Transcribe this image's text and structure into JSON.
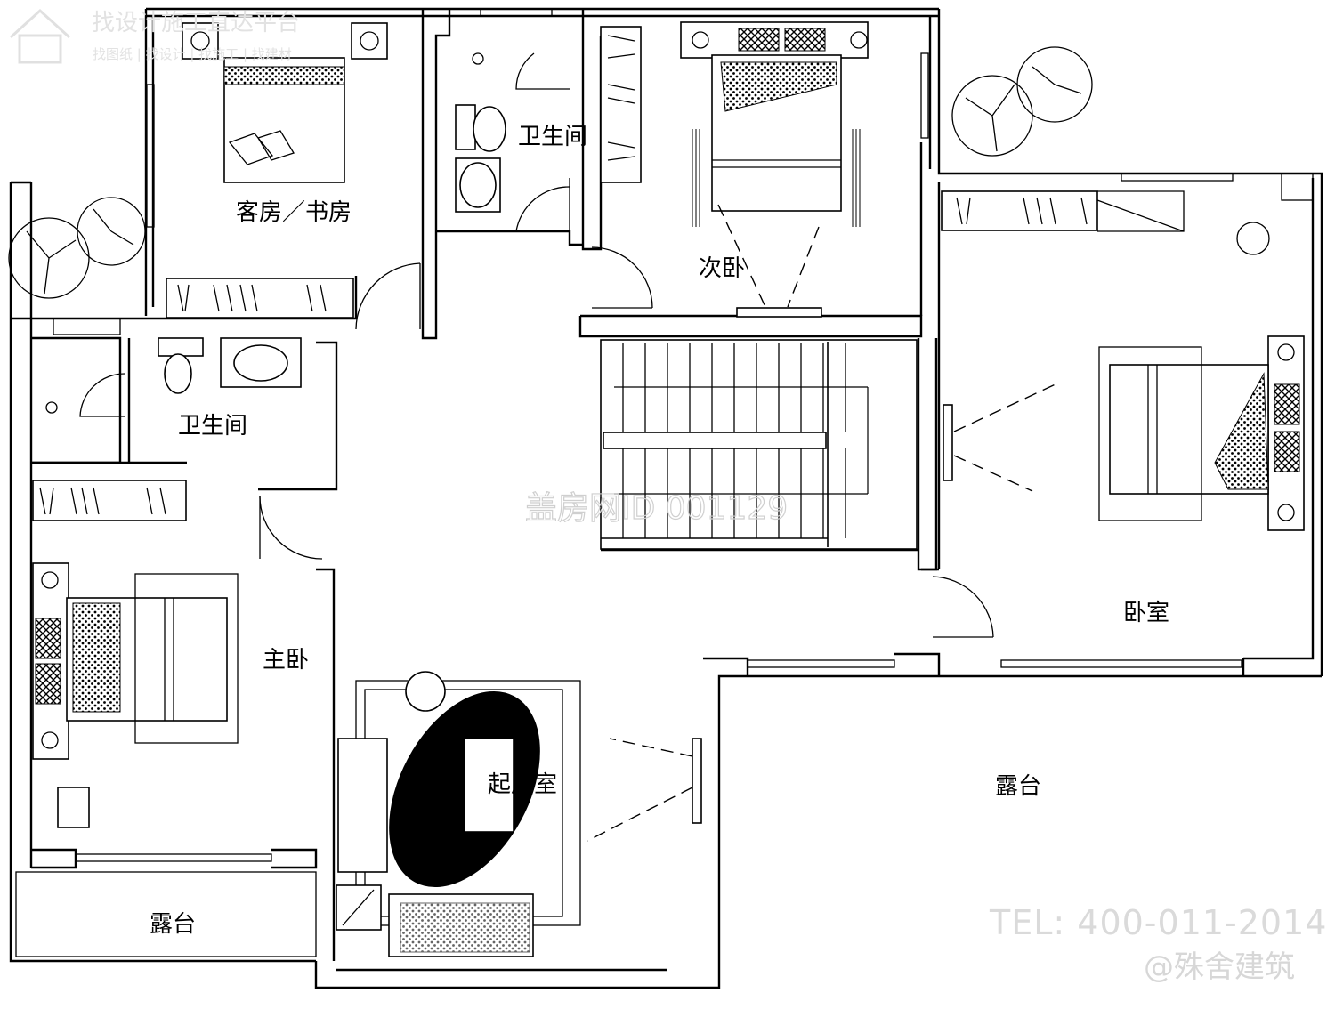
{
  "rooms": {
    "guest_study": "客房／书房",
    "bath_upper": "卫生间",
    "second_bedroom": "次卧",
    "bath_left": "卫生间",
    "master_bedroom": "主卧",
    "bedroom_right": "卧室",
    "living_room": "起居室",
    "terrace_right": "露台",
    "terrace_left": "露台"
  },
  "watermarks": {
    "top_title": "找设计施工直达平台",
    "top_subtitle": "找图纸 | 找设计 | 找施工 | 找建材",
    "center_id": "盖房网ID 001129",
    "tel": "TEL: 400-011-2014",
    "brand": "@殊舍建筑"
  },
  "colors": {
    "line": "#000000",
    "background": "#ffffff",
    "watermark": "#d7d7d7"
  }
}
